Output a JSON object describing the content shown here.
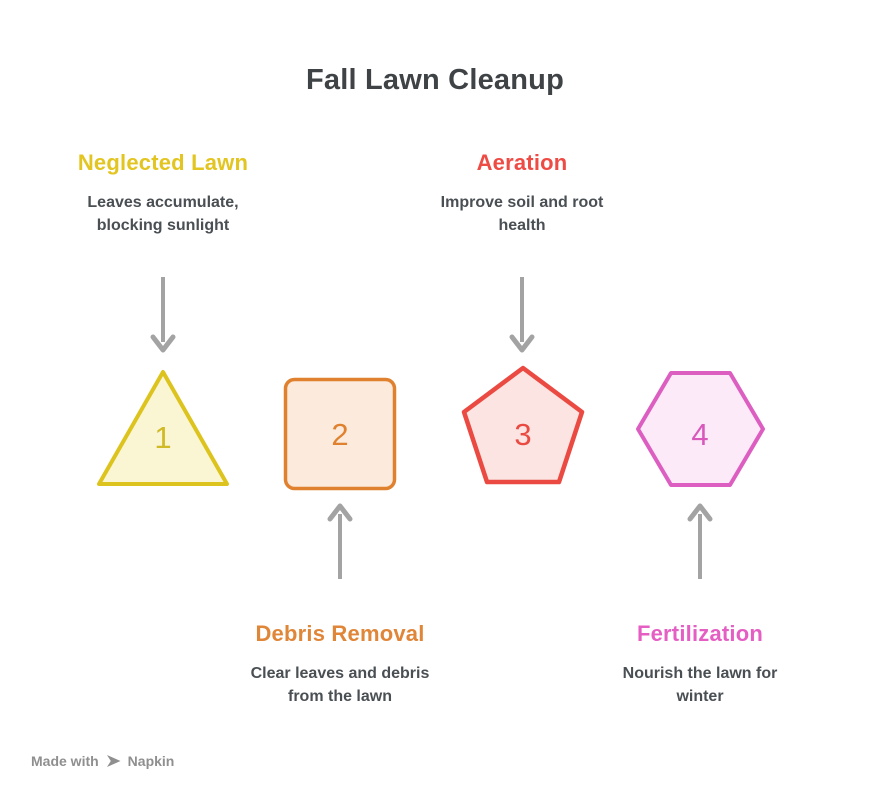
{
  "title": "Fall Lawn Cleanup",
  "steps": [
    {
      "number": "1",
      "heading": "Neglected Lawn",
      "description": "Leaves accumulate, blocking sunlight",
      "shape": "triangle",
      "colors": {
        "heading": "#e3c522",
        "border": "#ddc31e",
        "fill": "#faf6d4",
        "number": "#d0ba25"
      }
    },
    {
      "number": "2",
      "heading": "Debris Removal",
      "description": "Clear leaves and debris from the lawn",
      "shape": "square",
      "colors": {
        "heading": "#e08639",
        "border": "#e0812f",
        "fill": "#fcebdc",
        "number": "#e0812f"
      }
    },
    {
      "number": "3",
      "heading": "Aeration",
      "description": "Improve soil and root health",
      "shape": "pentagon",
      "colors": {
        "heading": "#ee4b45",
        "border": "#ea4a42",
        "fill": "#fbe4e1",
        "number": "#ea4a42"
      }
    },
    {
      "number": "4",
      "heading": "Fertilization",
      "description": "Nourish the lawn for winter",
      "shape": "hexagon",
      "colors": {
        "heading": "#e55ec3",
        "border": "#dd5ec1",
        "fill": "#fdeaf8",
        "number": "#d958bc"
      }
    }
  ],
  "arrow_color": "#a3a3a3",
  "footer": {
    "made_with": "Made with",
    "brand": "Napkin"
  }
}
